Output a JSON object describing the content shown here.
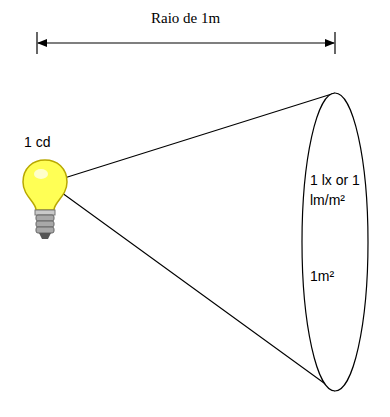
{
  "diagram": {
    "nodes": [
      {
        "text": [
          "1 cd"
        ]
      },
      {
        "text": [
          "1 lx or 1 lm/m²",
          "1m²"
        ]
      }
    ],
    "edges": [
      {
        "from": 0,
        "to": 1,
        "arrow": "none"
      }
    ],
    "labels": [
      "Raio de 1m"
    ]
  }
}
